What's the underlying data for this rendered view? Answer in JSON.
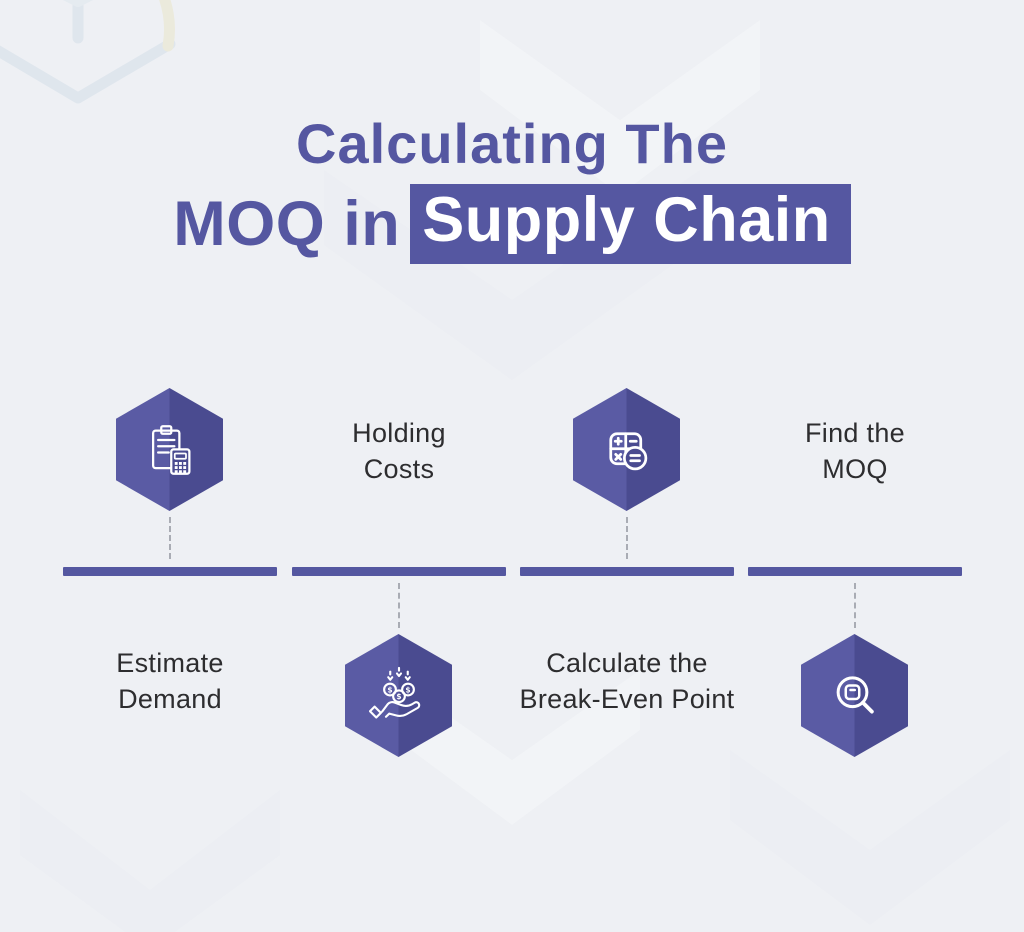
{
  "colors": {
    "bg": "#eef0f4",
    "purple": "#5557a1",
    "hexL": "#5a5ba4",
    "hexD": "#4a4b90",
    "bar": "#5457a0",
    "conn": "#a9acb4",
    "ink": "#2d2d2f",
    "hl-text": "#ffffff"
  },
  "logo": {
    "name": "open-box-watermark"
  },
  "title": {
    "line1": "Calculating The",
    "line2_prefix": "MOQ in",
    "line2_highlight": "Supply Chain"
  },
  "timeline": {
    "steps": [
      {
        "label": "Estimate Demand",
        "label_lines": [
          "Estimate",
          "Demand"
        ],
        "icon": "clipboard-calculator-icon",
        "icon_position": "above-line"
      },
      {
        "label": "Holding Costs",
        "label_lines": [
          "Holding",
          "Costs"
        ],
        "icon": "hand-coins-icon",
        "icon_position": "below-line"
      },
      {
        "label": "Calculate the Break-Even Point",
        "label_lines": [
          "Calculate the",
          "Break-Even Point"
        ],
        "icon": "calculator-icon",
        "icon_position": "above-line"
      },
      {
        "label": "Find the MOQ",
        "label_lines": [
          "Find the",
          "MOQ"
        ],
        "icon": "magnifier-icon",
        "icon_position": "below-line"
      }
    ]
  }
}
